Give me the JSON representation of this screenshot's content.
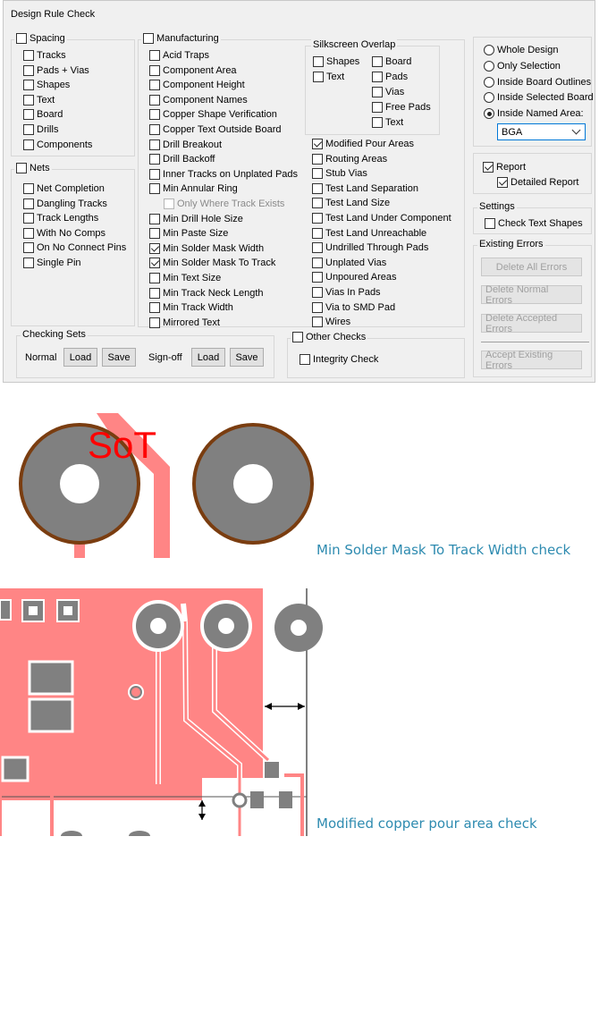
{
  "dialog": {
    "title": "Design Rule Check",
    "spacing": {
      "label": "Spacing",
      "checked": false,
      "items": [
        {
          "label": "Tracks",
          "checked": false
        },
        {
          "label": "Pads + Vias",
          "checked": false
        },
        {
          "label": "Shapes",
          "checked": false
        },
        {
          "label": "Text",
          "checked": false
        },
        {
          "label": "Board",
          "checked": false
        },
        {
          "label": "Drills",
          "checked": false
        },
        {
          "label": "Components",
          "checked": false
        }
      ]
    },
    "nets": {
      "label": "Nets",
      "checked": false,
      "items": [
        {
          "label": "Net Completion",
          "checked": false
        },
        {
          "label": "Dangling Tracks",
          "checked": false
        },
        {
          "label": "Track Lengths",
          "checked": false
        },
        {
          "label": "With No Comps",
          "checked": false
        },
        {
          "label": "On No Connect Pins",
          "checked": false
        },
        {
          "label": "Single Pin",
          "checked": false
        }
      ]
    },
    "manufacturing": {
      "label": "Manufacturing",
      "checked": false,
      "col1": [
        {
          "label": "Acid Traps",
          "checked": false
        },
        {
          "label": "Component Area",
          "checked": false
        },
        {
          "label": "Component Height",
          "checked": false
        },
        {
          "label": "Component Names",
          "checked": false
        },
        {
          "label": "Copper Shape Verification",
          "checked": false
        },
        {
          "label": "Copper Text Outside Board",
          "checked": false
        },
        {
          "label": "Drill Breakout",
          "checked": false
        },
        {
          "label": "Drill Backoff",
          "checked": false
        },
        {
          "label": "Inner Tracks on Unplated Pads",
          "checked": false
        },
        {
          "label": "Min Annular Ring",
          "checked": false
        },
        {
          "label": "Only Where Track Exists",
          "checked": false,
          "disabled": true
        },
        {
          "label": "Min Drill Hole Size",
          "checked": false
        },
        {
          "label": "Min Paste Size",
          "checked": false
        },
        {
          "label": "Min Solder Mask Width",
          "checked": true
        },
        {
          "label": "Min Solder Mask To Track",
          "checked": true
        },
        {
          "label": "Min Text Size",
          "checked": false
        },
        {
          "label": "Min Track Neck Length",
          "checked": false
        },
        {
          "label": "Min Track Width",
          "checked": false
        },
        {
          "label": "Mirrored Text",
          "checked": false
        }
      ],
      "col2": [
        {
          "label": "Modified Pour Areas",
          "checked": true
        },
        {
          "label": "Routing Areas",
          "checked": false
        },
        {
          "label": "Stub Vias",
          "checked": false
        },
        {
          "label": "Test Land Separation",
          "checked": false
        },
        {
          "label": "Test Land Size",
          "checked": false
        },
        {
          "label": "Test Land Under Component",
          "checked": false
        },
        {
          "label": "Test Land Unreachable",
          "checked": false
        },
        {
          "label": "Undrilled Through Pads",
          "checked": false
        },
        {
          "label": "Unplated Vias",
          "checked": false
        },
        {
          "label": "Unpoured Areas",
          "checked": false
        },
        {
          "label": "Vias In Pads",
          "checked": false
        },
        {
          "label": "Via to SMD Pad",
          "checked": false
        },
        {
          "label": "Wires",
          "checked": false
        }
      ]
    },
    "silkscreen": {
      "label": "Silkscreen Overlap",
      "items": [
        {
          "label": "Shapes",
          "checked": false
        },
        {
          "label": "Text",
          "checked": false
        },
        {
          "label": "Board",
          "checked": false
        },
        {
          "label": "Pads",
          "checked": false
        },
        {
          "label": "Vias",
          "checked": false
        },
        {
          "label": "Free Pads",
          "checked": false
        },
        {
          "label": "Text",
          "checked": false
        }
      ]
    },
    "scope": {
      "options": [
        {
          "label": "Whole Design",
          "checked": false
        },
        {
          "label": "Only Selection",
          "checked": false
        },
        {
          "label": "Inside Board Outlines",
          "checked": false
        },
        {
          "label": "Inside Selected Board",
          "checked": false
        },
        {
          "label": "Inside Named Area:",
          "checked": true
        }
      ],
      "named_area_value": "BGA"
    },
    "report": {
      "label": "Report",
      "checked": true,
      "detailed_label": "Detailed Report",
      "detailed_checked": true
    },
    "settings": {
      "label": "Settings",
      "check_text_shapes_label": "Check Text Shapes",
      "check_text_shapes_checked": false
    },
    "existing_errors": {
      "label": "Existing Errors",
      "delete_all": "Delete All Errors",
      "delete_normal": "Delete Normal Errors",
      "delete_accepted": "Delete Accepted Errors",
      "accept_existing": "Accept Existing Errors"
    },
    "checking_sets": {
      "label": "Checking Sets",
      "normal_label": "Normal",
      "signoff_label": "Sign-off",
      "load": "Load",
      "save": "Save"
    },
    "other_checks": {
      "label": "Other Checks",
      "checked": false,
      "integrity_label": "Integrity Check",
      "integrity_checked": false
    }
  },
  "figure1": {
    "text": "SoT",
    "caption": "Min Solder Mask To Track Width check"
  },
  "figure2": {
    "caption": "Modified copper pour area check"
  },
  "colors": {
    "copper_pink": "#ff8585",
    "pad_gray": "#808080",
    "mask_brown": "#7a3d10",
    "silk_red": "#ff0000",
    "caption_blue": "#2e8bb0"
  }
}
